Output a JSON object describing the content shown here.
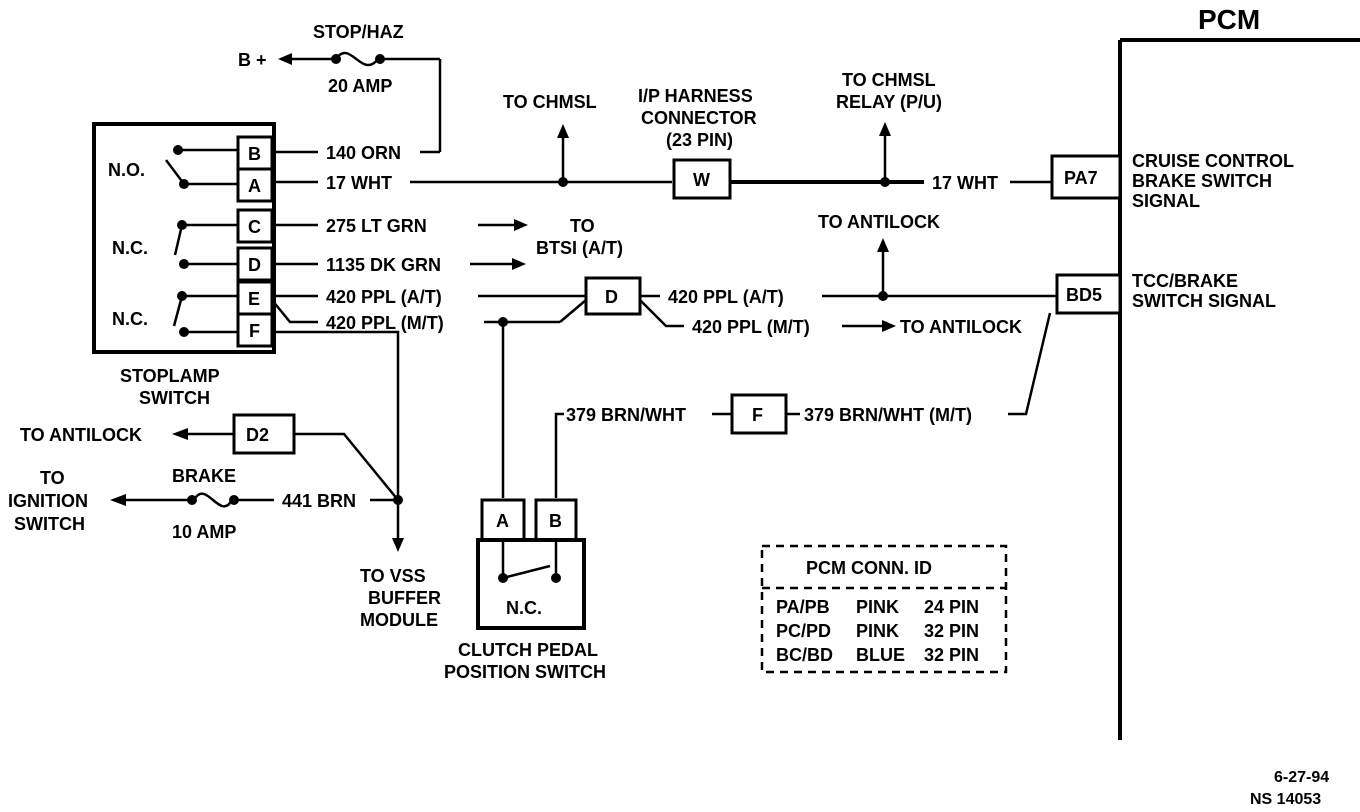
{
  "title": "PCM",
  "power": {
    "b_plus": "B +",
    "fuse_stop_haz": "STOP/HAZ",
    "fuse_stop_haz_rating": "20 AMP",
    "fuse_brake": "BRAKE",
    "fuse_brake_rating": "10 AMP",
    "to_ignition_1": "TO",
    "to_ignition_2": "IGNITION",
    "to_ignition_3": "SWITCH"
  },
  "stoplamp_switch": {
    "label_1": "STOPLAMP",
    "label_2": "SWITCH",
    "no": "N.O.",
    "nc_1": "N.C.",
    "nc_2": "N.C.",
    "pins": [
      "B",
      "A",
      "C",
      "D",
      "E",
      "F"
    ]
  },
  "wires": {
    "w140": "140 ORN",
    "w17a": "17 WHT",
    "w17b": "17 WHT",
    "w275": "275 LT GRN",
    "w1135": "1135 DK GRN",
    "w420at_a": "420 PPL (A/T)",
    "w420mt_a": "420 PPL (M/T)",
    "w420at_b": "420 PPL (A/T)",
    "w420mt_b": "420 PPL (M/T)",
    "w379a": "379 BRN/WHT",
    "w379b": "379 BRN/WHT (M/T)",
    "w441": "441 BRN"
  },
  "destinations": {
    "to_chmsl": "TO CHMSL",
    "to_chmsl_relay_1": "TO CHMSL",
    "to_chmsl_relay_2": "RELAY (P/U)",
    "to_btsi_1": "TO",
    "to_btsi_2": "BTSI (A/T)",
    "to_antilock_top": "TO ANTILOCK",
    "to_antilock_mid": "TO ANTILOCK",
    "to_antilock_left": "TO ANTILOCK",
    "to_vss_1": "TO VSS",
    "to_vss_2": "BUFFER",
    "to_vss_3": "MODULE"
  },
  "connectors": {
    "ip_harness_1": "I/P HARNESS",
    "ip_harness_2": "CONNECTOR",
    "ip_harness_3": "(23 PIN)",
    "w": "W",
    "d": "D",
    "f": "F",
    "d2": "D2"
  },
  "pcm": {
    "pa7": "PA7",
    "bd5": "BD5",
    "cruise_1": "CRUISE CONTROL",
    "cruise_2": "BRAKE SWITCH",
    "cruise_3": "SIGNAL",
    "tcc_1": "TCC/BRAKE",
    "tcc_2": "SWITCH SIGNAL"
  },
  "clutch_switch": {
    "pin_a": "A",
    "pin_b": "B",
    "nc": "N.C.",
    "label_1": "CLUTCH PEDAL",
    "label_2": "POSITION SWITCH"
  },
  "conn_id_table": {
    "title": "PCM CONN. ID",
    "rows": [
      [
        "PA/PB",
        "PINK",
        "24 PIN"
      ],
      [
        "PC/PD",
        "PINK",
        "32 PIN"
      ],
      [
        "BC/BD",
        "BLUE",
        "32 PIN"
      ]
    ]
  },
  "footer": {
    "date": "6-27-94",
    "code": "NS 14053"
  }
}
